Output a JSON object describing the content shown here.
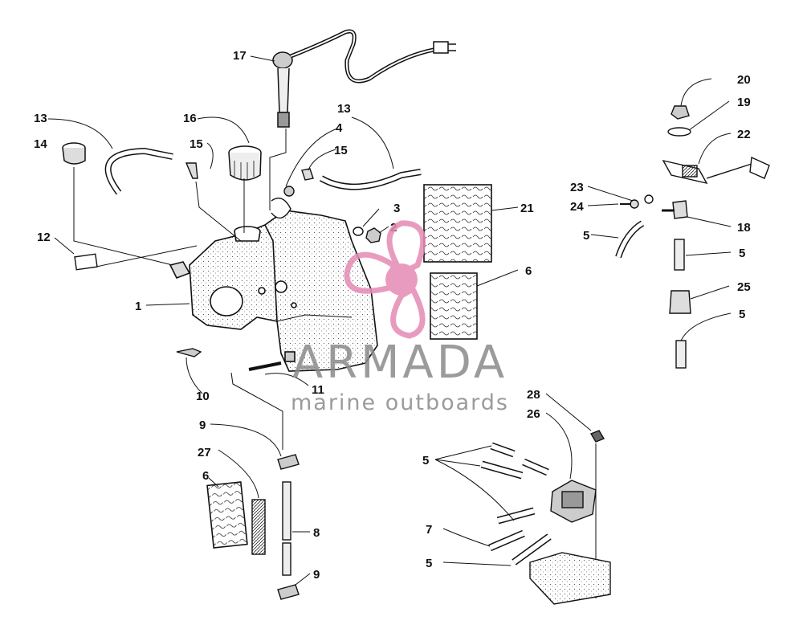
{
  "diagram": {
    "callouts": [
      "1",
      "2",
      "3",
      "4",
      "5",
      "6",
      "7",
      "8",
      "9",
      "10",
      "11",
      "12",
      "13",
      "14",
      "15",
      "16",
      "17",
      "18",
      "19",
      "20",
      "21",
      "22",
      "23",
      "24",
      "25",
      "26",
      "27",
      "28"
    ]
  },
  "watermark": {
    "brand": "ARMADA",
    "tagline": "marine outboards",
    "brand_color": "#8a8a8a",
    "logo_color": "#e58ab4"
  }
}
